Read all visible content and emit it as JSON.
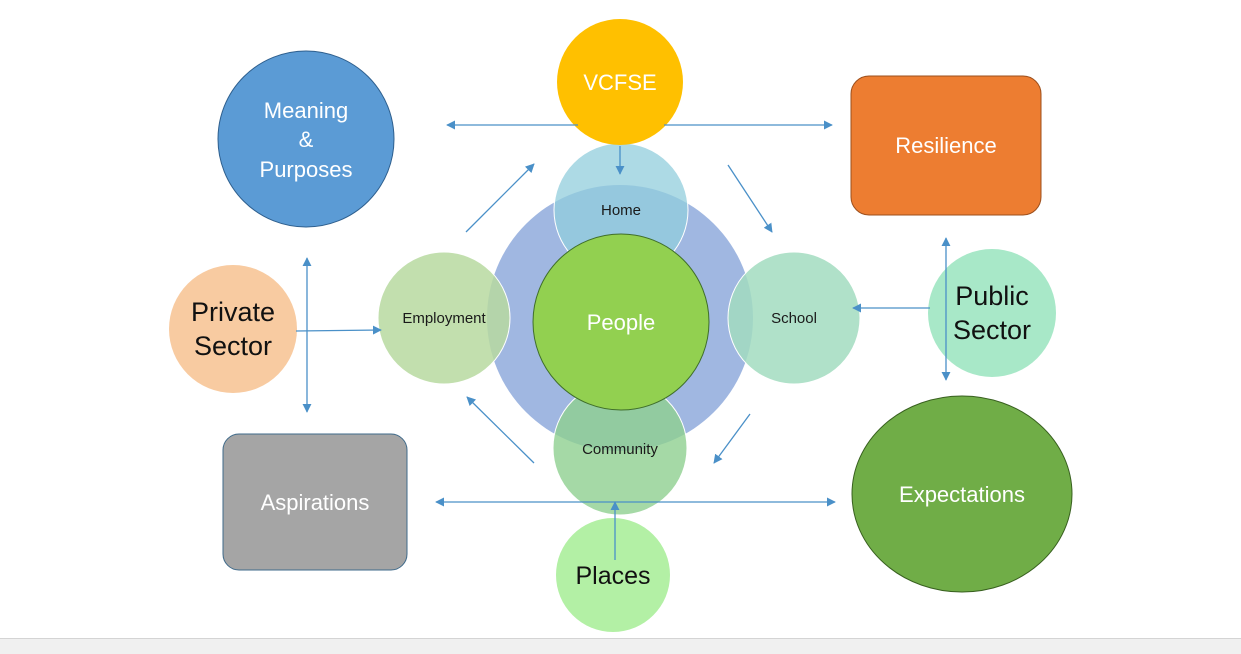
{
  "nodes": {
    "vcfse": {
      "label": "VCFSE",
      "color": "#ffc000"
    },
    "meaning": {
      "line1": "Meaning",
      "line2": "&",
      "line3": "Purposes",
      "color": "#5b9bd5"
    },
    "resilience": {
      "label": "Resilience",
      "color": "#ed7d31"
    },
    "private_sector": {
      "line1": "Private",
      "line2": "Sector",
      "color": "#f8cba1"
    },
    "public_sector": {
      "line1": "Public",
      "line2": "Sector",
      "color": "#a8e8c8"
    },
    "aspirations": {
      "label": "Aspirations",
      "color": "#a5a5a5"
    },
    "expectations": {
      "label": "Expectations",
      "color": "#70ad47"
    },
    "places": {
      "label": "Places",
      "color": "#b3f0a5"
    },
    "people": {
      "label": "People",
      "color": "#92d050"
    },
    "home": {
      "label": "Home",
      "color": "#92cddc"
    },
    "school": {
      "label": "School",
      "color": "#a2dcc0"
    },
    "employment": {
      "label": "Employment",
      "color": "#b7d9a0"
    },
    "community": {
      "label": "Community",
      "color": "#8fcf90"
    },
    "people_ring": {
      "color": "#8faadc"
    }
  },
  "arrow_color": "#4a90c8"
}
